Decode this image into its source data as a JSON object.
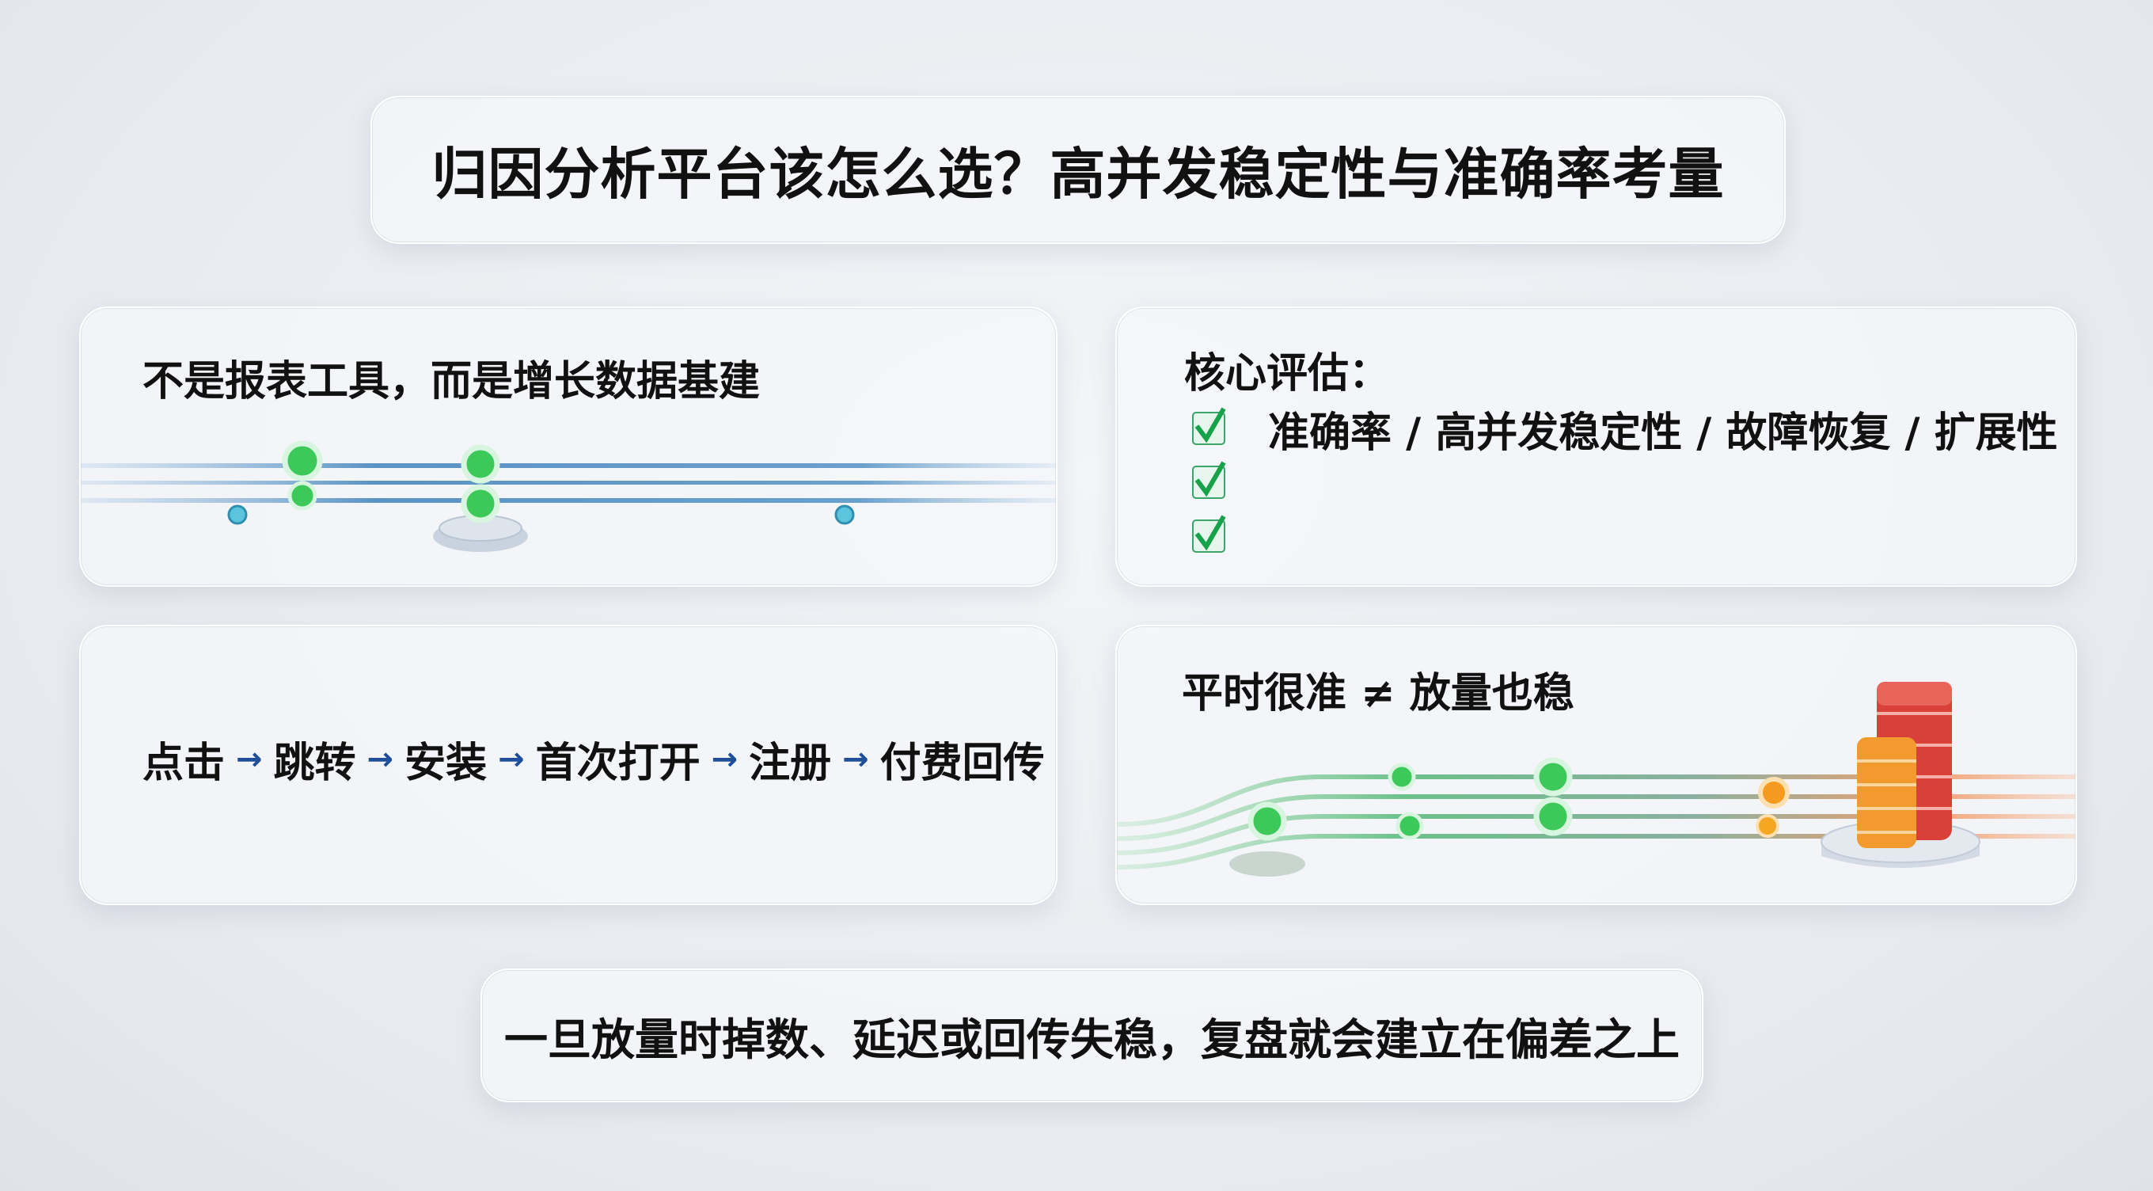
{
  "title": "归因分析平台该怎么选？高并发稳定性与准确率考量",
  "card1": {
    "title": "不是报表工具，而是增长数据基建"
  },
  "card2": {
    "title": "核心评估：",
    "items": [
      "准确率 / 高并发稳定性 / 故障恢复 / 扩展性",
      "",
      ""
    ]
  },
  "card3": {
    "flow": [
      "点击",
      "跳转",
      "安装",
      "首次打开",
      "注册",
      "付费回传"
    ],
    "arrow": "→"
  },
  "card4": {
    "title": "平时很准 ≠ 放量也稳"
  },
  "bottom": {
    "text": "一旦放量时掉数、延迟或回传失稳，复盘就会建立在偏差之上"
  },
  "colors": {
    "accent_green": "#3dc95a",
    "arrow_blue": "#1f4f9a",
    "stream_blue": "#5b93c4",
    "server_red": "#d9403a",
    "server_orange": "#f29a2e"
  }
}
